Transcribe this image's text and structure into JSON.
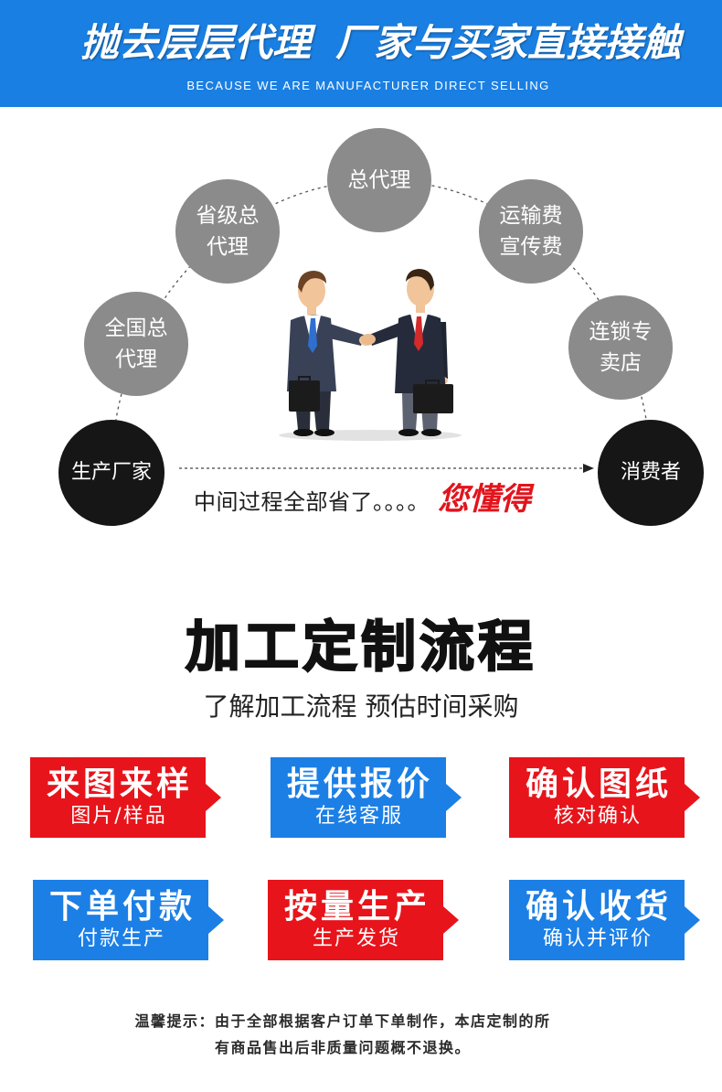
{
  "banner": {
    "title_left": "抛去层层代理",
    "title_right": "厂家与买家直接接触",
    "subtitle": "BECAUSE WE ARE MANUFACTURER DIRECT SELLING"
  },
  "diagram": {
    "middlemen": [
      {
        "lines": [
          "全国总",
          "代理"
        ]
      },
      {
        "lines": [
          "省级总",
          "代理"
        ]
      },
      {
        "lines": [
          "总代理"
        ]
      },
      {
        "lines": [
          "运输费",
          "宣传费"
        ]
      },
      {
        "lines": [
          "连锁专",
          "卖店"
        ]
      }
    ],
    "source": "生产厂家",
    "target": "消费者",
    "caption": "中间过程全部省了。。。。",
    "caption_emphasis": "您懂得"
  },
  "process": {
    "title": "加工定制流程",
    "subtitle": "了解加工流程 预估时间采购",
    "steps": [
      {
        "title": "来图来样",
        "detail": "图片/样品",
        "color": "#e8141b"
      },
      {
        "title": "提供报价",
        "detail": "在线客服",
        "color": "#1b7fe6"
      },
      {
        "title": "确认图纸",
        "detail": "核对确认",
        "color": "#e8141b"
      },
      {
        "title": "下单付款",
        "detail": "付款生产",
        "color": "#1b7fe6"
      },
      {
        "title": "按量生产",
        "detail": "生产发货",
        "color": "#e8141b"
      },
      {
        "title": "确认收货",
        "detail": "确认并评价",
        "color": "#1b7fe6"
      }
    ]
  },
  "notice": {
    "line1": "温馨提示：由于全部根据客户订单下单制作，本店定制的所",
    "line2": "有商品售出后非质量问题概不退换。"
  },
  "colors": {
    "banner": "#1a7fe2",
    "node_gray": "#8b8b8b",
    "node_black": "#161616",
    "emphasis": "#e2141c",
    "dashed_line": "#555555"
  }
}
